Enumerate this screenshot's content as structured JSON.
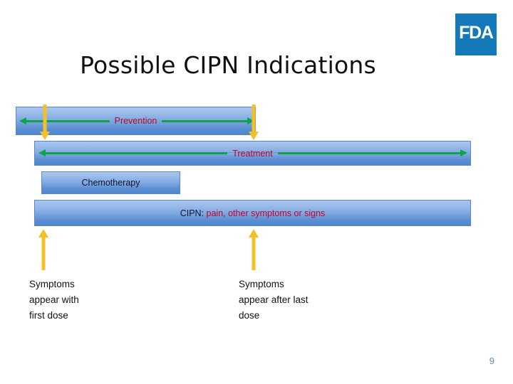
{
  "slide": {
    "title": "Possible CIPN Indications",
    "page_number": "9",
    "background_color": "#ffffff"
  },
  "logo": {
    "name": "fda-logo",
    "text": "FDA",
    "color": "#1479b8",
    "text_color": "#ffffff"
  },
  "diagram": {
    "type": "timeline-bars",
    "colors": {
      "bar_fill_top": "#a8c6f0",
      "bar_fill_bottom": "#4f86ce",
      "bar_border": "#5b86c2",
      "span_arrow": "#12a14b",
      "event_arrow": "#f5c026",
      "label_red": "#c2002f",
      "label_dark": "#111133"
    },
    "bars": [
      {
        "id": "prevention",
        "label": "Prevention",
        "label_color": "#c2002f",
        "span_arrow": "double",
        "span_arrow_color": "#12a14b"
      },
      {
        "id": "treatment",
        "label": "Treatment",
        "label_color": "#c2002f",
        "span_arrow": "double",
        "span_arrow_color": "#12a14b"
      },
      {
        "id": "chemotherapy",
        "label": "Chemotherapy",
        "label_color": "#111133",
        "span_arrow": "none"
      },
      {
        "id": "cipn",
        "label_prefix": "CIPN: ",
        "label_highlight": "pain, other symptoms or signs",
        "label_prefix_color": "#111133",
        "label_highlight_color": "#c2002f",
        "span_arrow": "none"
      }
    ],
    "event_markers": [
      {
        "id": "first-dose",
        "direction": "up",
        "caption": "Symptoms\nappear with\nfirst dose",
        "color": "#f5c026"
      },
      {
        "id": "last-dose",
        "direction": "up",
        "caption": "Symptoms\nappear after last\ndose",
        "color": "#f5c026"
      }
    ],
    "boundary_markers": [
      {
        "id": "prevention-start",
        "direction": "down",
        "color": "#f5c026"
      },
      {
        "id": "prevention-end",
        "direction": "down",
        "color": "#f5c026"
      }
    ]
  }
}
